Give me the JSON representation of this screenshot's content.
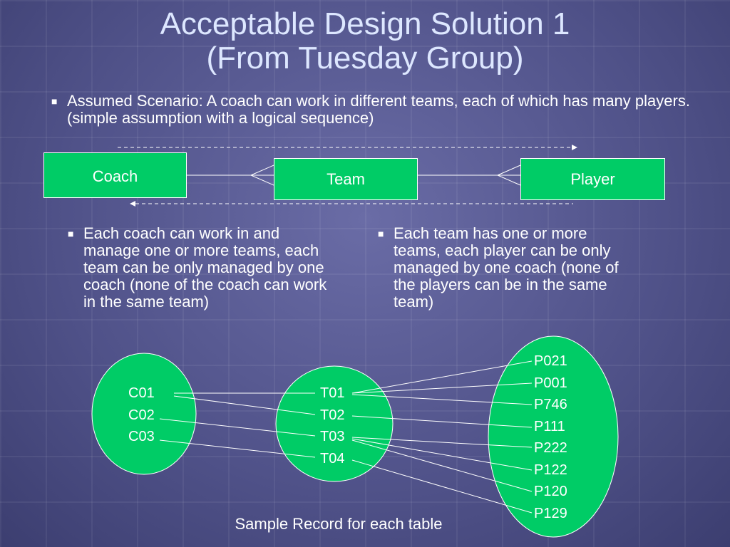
{
  "slide": {
    "title_line1": "Acceptable Design Solution 1",
    "title_line2": "(From Tuesday Group)",
    "scenario": "Assumed Scenario: A coach can work in different teams, each of which has many players. (simple assumption with a logical sequence)",
    "bullet_left": "Each coach can work in and manage one or more teams, each team can be only managed by one coach (none of the coach can work in the same team)",
    "bullet_right": "Each team has one or more teams, each player can be only managed by one coach (none of the players can be in the same team)",
    "caption": "Sample Record for each table",
    "bullet_glyph": "■"
  },
  "entities": {
    "coach": "Coach",
    "team": "Team",
    "player": "Player"
  },
  "records": {
    "coaches": [
      "C01",
      "C02",
      "C03"
    ],
    "teams": [
      "T01",
      "T02",
      "T03",
      "T04"
    ],
    "players": [
      "P021",
      "P001",
      "P746",
      "P111",
      "P222",
      "P122",
      "P120",
      "P129"
    ]
  },
  "colors": {
    "entity_fill": "#00cc66",
    "title": "#dde7ff",
    "line": "#ffffff"
  }
}
